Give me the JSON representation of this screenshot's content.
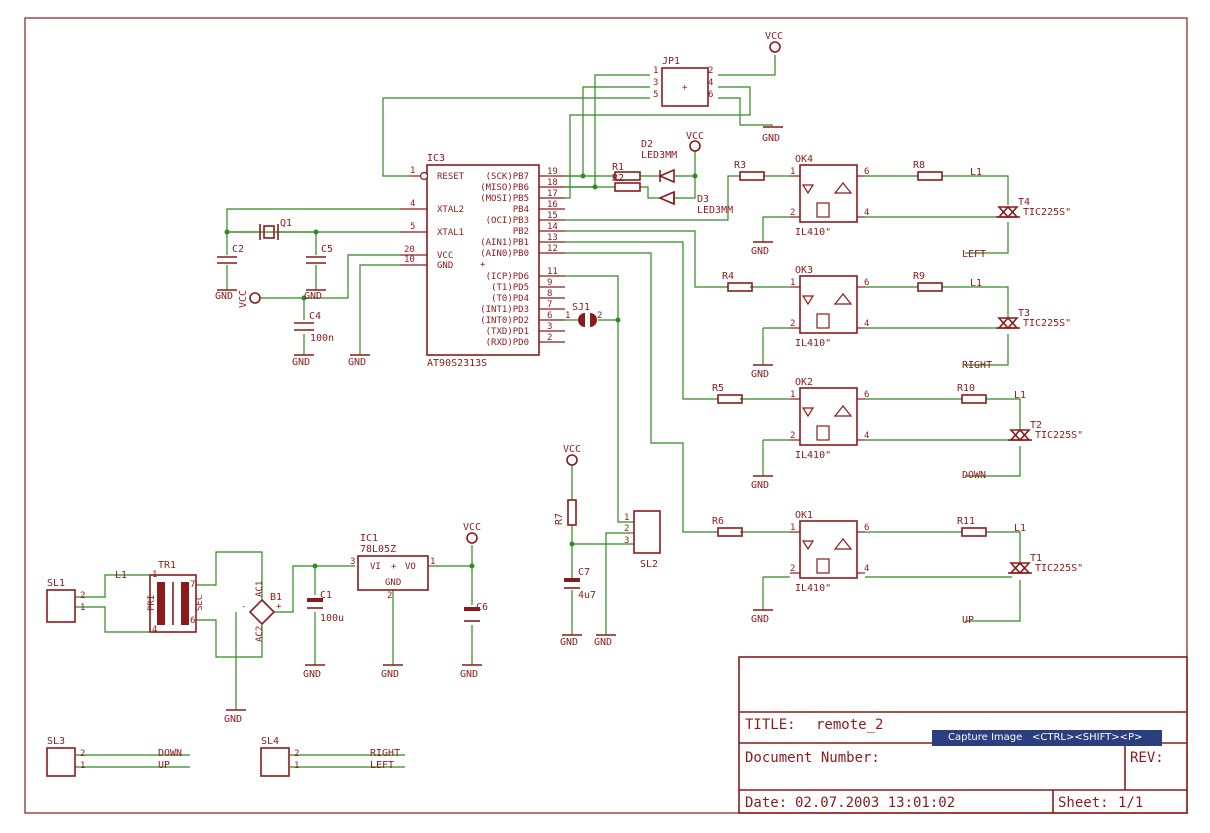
{
  "title_block": {
    "title_label": "TITLE:",
    "title_value": "remote_2",
    "doc_number_label": "Document Number:",
    "rev_label": "REV:",
    "date_label": "Date:",
    "date_value": "02.07.2003 13:01:02",
    "sheet_label": "Sheet:",
    "sheet_value": "1/1"
  },
  "tooltip": {
    "text": "Capture Image",
    "shortcut": "<CTRL><SHIFT><P>"
  },
  "nets": {
    "vcc": "VCC",
    "gnd": "GND"
  },
  "ic3": {
    "name": "IC3",
    "part": "AT90S2313S",
    "left_pins": [
      {
        "label": "RESET",
        "num": "1"
      },
      {
        "label": "XTAL2",
        "num": "4"
      },
      {
        "label": "XTAL1",
        "num": "5"
      },
      {
        "label": "VCC",
        "num": "20"
      },
      {
        "label": "GND",
        "num": "10"
      }
    ],
    "right_pins": [
      {
        "label": "(SCK)PB7",
        "num": "19"
      },
      {
        "label": "(MISO)PB6",
        "num": "18"
      },
      {
        "label": "(MOSI)PB5",
        "num": "17"
      },
      {
        "label": "PB4",
        "num": "16"
      },
      {
        "label": "(OCI)PB3",
        "num": "15"
      },
      {
        "label": "PB2",
        "num": "14"
      },
      {
        "label": "(AIN1)PB1",
        "num": "13"
      },
      {
        "label": "(AIN0)PB0",
        "num": "12"
      },
      {
        "label": "(ICP)PD6",
        "num": "11"
      },
      {
        "label": "(T1)PD5",
        "num": "9"
      },
      {
        "label": "(T0)PD4",
        "num": "8"
      },
      {
        "label": "(INT1)PD3",
        "num": "7"
      },
      {
        "label": "(INT0)PD2",
        "num": "6"
      },
      {
        "label": "(TXD)PD1",
        "num": "3"
      },
      {
        "label": "(RXD)PD0",
        "num": "2"
      }
    ],
    "plus": "+"
  },
  "jp1": {
    "name": "JP1",
    "pins_left": [
      "1",
      "3",
      "5"
    ],
    "pins_right": [
      "2",
      "4",
      "6"
    ]
  },
  "leds": [
    {
      "name": "D2",
      "part": "LED3MM"
    },
    {
      "name": "D3",
      "part": "LED3MM"
    }
  ],
  "resistors_small": [
    "R1",
    "R2",
    "R7"
  ],
  "q1": "Q1",
  "caps": {
    "c2": "C2",
    "c5": "C5",
    "c4": "C4",
    "c4_value": "100n",
    "c1": "C1",
    "c1_value": "100u",
    "c6": "C6",
    "c7": "C7",
    "c7_value": "4u7"
  },
  "sj1": {
    "name": "SJ1",
    "p1": "1",
    "p2": "2"
  },
  "optos": [
    {
      "name": "OK4",
      "part": "IL410\"",
      "rin": "R3",
      "rout": "R8",
      "triac": "T4",
      "triac_part": "TIC225S\"",
      "line": "LEFT"
    },
    {
      "name": "OK3",
      "part": "IL410\"",
      "rin": "R4",
      "rout": "R9",
      "triac": "T3",
      "triac_part": "TIC225S\"",
      "line": "RIGHT"
    },
    {
      "name": "OK2",
      "part": "IL410\"",
      "rin": "R5",
      "rout": "R10",
      "triac": "T2",
      "triac_part": "TIC225S\"",
      "line": "DOWN"
    },
    {
      "name": "OK1",
      "part": "IL410\"",
      "rin": "R6",
      "rout": "R11",
      "triac": "T1",
      "triac_part": "TIC225S\"",
      "line": "UP"
    }
  ],
  "opto_pins": {
    "p1": "1",
    "p2": "2",
    "p4": "4",
    "p6": "6",
    "l1": "L1"
  },
  "sl1": {
    "name": "SL1",
    "p1": "1",
    "p2": "2",
    "l1": "L1"
  },
  "sl2": {
    "name": "SL2",
    "p1": "1",
    "p2": "2",
    "p3": "3"
  },
  "sl3": {
    "name": "SL3",
    "p1": "1",
    "p2": "2",
    "l1": "UP",
    "l2": "DOWN"
  },
  "sl4": {
    "name": "SL4",
    "p1": "1",
    "p2": "2",
    "l1": "LEFT",
    "l2": "RIGHT"
  },
  "tr1": {
    "name": "TR1",
    "pri": "PRI",
    "sec": "SEC",
    "p1": "1",
    "p4": "4",
    "p6": "6",
    "p7": "7"
  },
  "b1": {
    "name": "B1",
    "ac1": "AC1",
    "ac2": "AC2",
    "plus": "+",
    "minus": "-"
  },
  "ic1": {
    "name": "IC1",
    "part": "78L05Z",
    "vi": "VI",
    "vo": "VO",
    "gnd": "GND",
    "plus": "+",
    "p1": "1",
    "p2": "2",
    "p3": "3"
  }
}
